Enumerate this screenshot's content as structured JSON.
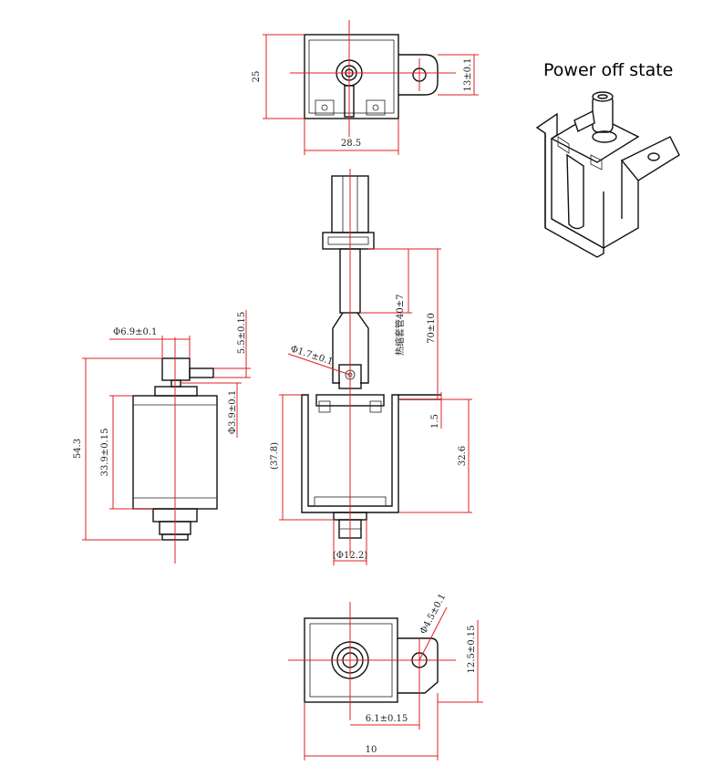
{
  "title": "Power off state",
  "top_view": {
    "height": "25",
    "width": "28.5",
    "offset": "13±0.1"
  },
  "side_view": {
    "d_top": "Φ6.9±0.1",
    "d_gap": "5.5±0.15",
    "d_shaft": "Φ3.9±0.1",
    "body_height": "33.9±0.15",
    "total_height": "54.3"
  },
  "front_view": {
    "hole_dia": "Φ1.7±0.1",
    "sleeve": "热缩套管40±7",
    "lead_length": "70±10",
    "plate_thk": "1.5",
    "height_right": "32.6",
    "height_left": "(37.8)",
    "bottom_dia": "(Φ12.2)"
  },
  "bottom_view": {
    "hole_dia": "Φ4.5±0.1",
    "offset_v": "12.5±0.15",
    "offset_h": "6.1±0.15",
    "total_width": "10"
  },
  "colors": {
    "centerline": "#e02020",
    "outline": "#111111"
  }
}
